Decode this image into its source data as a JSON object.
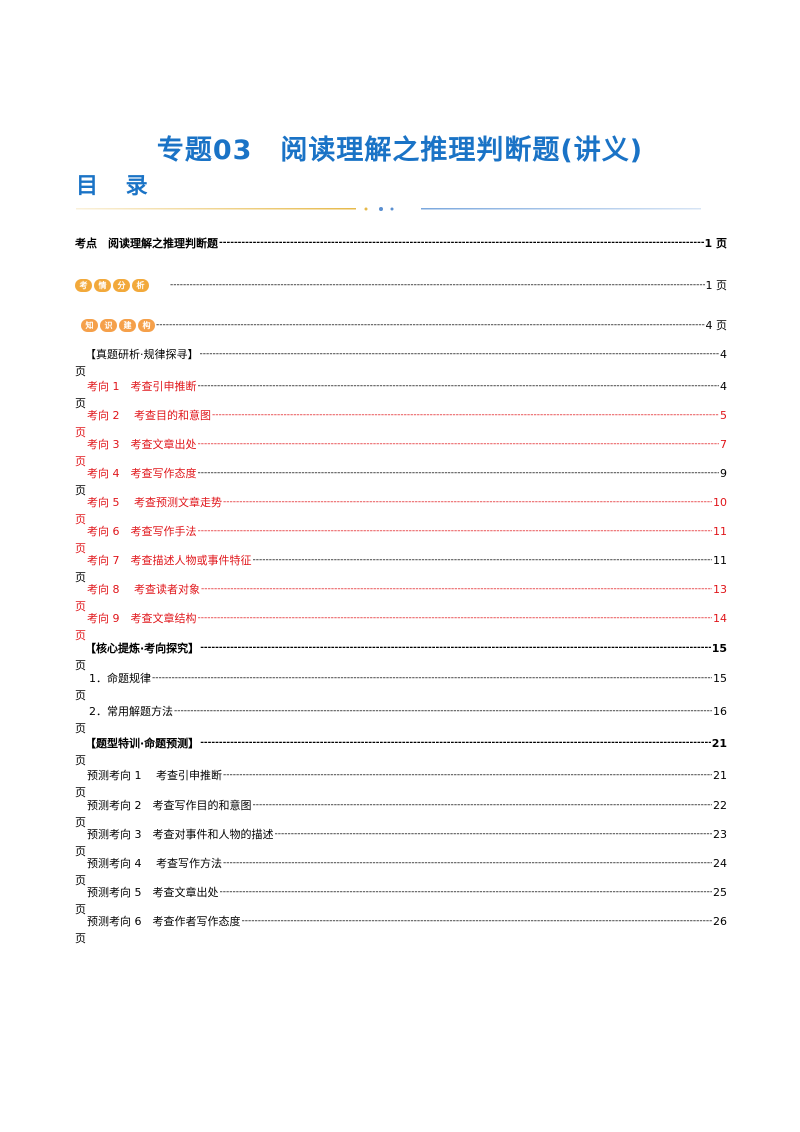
{
  "header": {
    "title": "专题03　阅读理解之推理判断题(讲义)",
    "mulu": "目 录"
  },
  "toc": [
    {
      "label": "考点　阅读理解之推理判断题",
      "page": "1 页",
      "style": "bold"
    },
    {
      "label": "",
      "page": "1 页",
      "style": "badge1",
      "badge": [
        "考",
        "情",
        "分",
        "析"
      ]
    },
    {
      "label": "",
      "page": "4 页",
      "style": "badge2",
      "badge": [
        "知",
        "识",
        "建",
        "构"
      ]
    },
    {
      "label": "【真题研析·规律探寻】",
      "page": "4",
      "ye": "页",
      "style": "normal"
    },
    {
      "label": "考向 1　考查引申推断",
      "page": "4",
      "ye": "页",
      "style": "red-label"
    },
    {
      "label": "考向 2　 考查目的和意图",
      "page": "5",
      "ye": "页",
      "style": "red"
    },
    {
      "label": "考向 3　考查文章出处",
      "page": "7",
      "ye": "页",
      "style": "red"
    },
    {
      "label": "考向 4　考查写作态度",
      "page": "9",
      "ye": "页",
      "style": "red-label"
    },
    {
      "label": "考向 5　 考查预测文章走势",
      "page": "10",
      "ye": "页",
      "style": "red"
    },
    {
      "label": "考向 6　考查写作手法",
      "page": "11",
      "ye": "页",
      "style": "red"
    },
    {
      "label": "考向 7　考查描述人物或事件特征",
      "page": "11",
      "ye": "页",
      "style": "red-label"
    },
    {
      "label": "考向 8　 考查读者对象",
      "page": "13",
      "ye": "页",
      "style": "red"
    },
    {
      "label": "考向 9　考查文章结构",
      "page": "14",
      "ye": "页",
      "style": "red"
    },
    {
      "label": "【核心提炼·考向探究】",
      "page": "15",
      "ye": "页",
      "style": "bold"
    },
    {
      "label": "1．命题规律",
      "page": "15",
      "ye": "页",
      "style": "sub"
    },
    {
      "label": "2．常用解题方法",
      "page": "16",
      "ye": "页",
      "style": "sub"
    },
    {
      "label": "【题型特训·命题预测】",
      "page": "21",
      "ye": "页",
      "style": "bold"
    },
    {
      "label": "预测考向 1　 考查引申推断",
      "page": "21",
      "ye": "页",
      "style": "pred"
    },
    {
      "label": "预测考向 2　考查写作目的和意图",
      "page": "22",
      "ye": "页",
      "style": "pred"
    },
    {
      "label": "预测考向 3　考查对事件和人物的描述",
      "page": "23",
      "ye": "页",
      "style": "pred"
    },
    {
      "label": "预测考向 4　 考查写作方法",
      "page": "24",
      "ye": "页",
      "style": "pred"
    },
    {
      "label": "预测考向 5　考查文章出处",
      "page": "25",
      "ye": "页",
      "style": "pred"
    },
    {
      "label": "预测考向 6　考查作者写作态度",
      "page": "26",
      "ye": "页",
      "style": "pred"
    }
  ]
}
